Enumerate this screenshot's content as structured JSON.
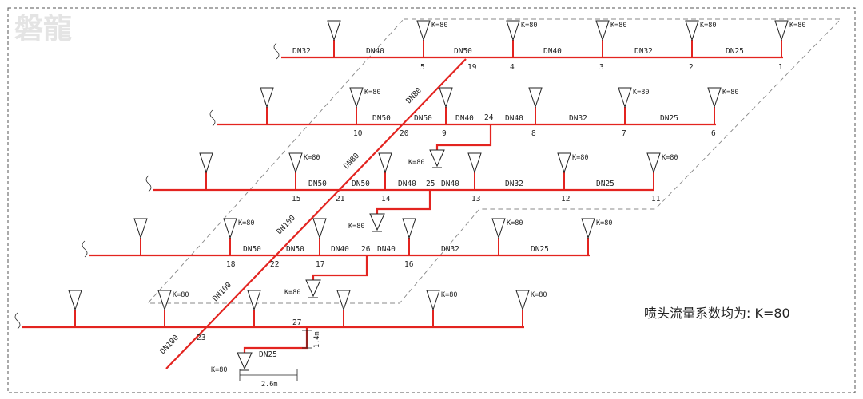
{
  "logo_text": "磐龍",
  "note": "喷头流量系数均为: K=80",
  "k_label": "K=80",
  "dims": {
    "riser_height": "1.4m",
    "branch_length": "2.6m"
  },
  "colors": {
    "pipe": "#e32420",
    "line": "#222222",
    "dash": "#888888"
  },
  "levels": [
    {
      "id": "L1",
      "sprinklers": [
        {
          "k": ""
        },
        {
          "k": "K=80"
        },
        {
          "k": "K=80"
        },
        {
          "k": "K=80"
        },
        {
          "k": "K=80"
        },
        {
          "k": "K=80"
        }
      ],
      "segments": [
        "DN32",
        "DN40",
        "DN50",
        "DN40",
        "DN32",
        "DN25"
      ],
      "nodes": [
        "5",
        "19",
        "4",
        "3",
        "2",
        "1"
      ]
    },
    {
      "id": "L2",
      "sprinklers": [
        {
          "k": ""
        },
        {
          "k": "K=80"
        },
        {
          "k": ""
        },
        {
          "k": ""
        },
        {
          "k": "K=80"
        },
        {
          "k": "K=80"
        }
      ],
      "segments": [
        "DN50",
        "DN50",
        "DN40",
        "DN40",
        "DN32",
        "DN25"
      ],
      "nodes": [
        "10",
        "20",
        "9",
        "24",
        "8",
        "7",
        "6"
      ],
      "drop": {
        "k": "K=80"
      }
    },
    {
      "id": "L3",
      "sprinklers": [
        {
          "k": ""
        },
        {
          "k": "K=80"
        },
        {
          "k": ""
        },
        {
          "k": ""
        },
        {
          "k": "K=80"
        },
        {
          "k": "K=80"
        }
      ],
      "segments": [
        "DN50",
        "DN50",
        "DN40",
        "DN40",
        "DN32",
        "DN25"
      ],
      "nodes": [
        "15",
        "21",
        "14",
        "25",
        "13",
        "12",
        "11"
      ],
      "drop": {
        "k": "K=80"
      }
    },
    {
      "id": "L4",
      "sprinklers": [
        {
          "k": ""
        },
        {
          "k": "K=80"
        },
        {
          "k": ""
        },
        {
          "k": ""
        },
        {
          "k": "K=80"
        },
        {
          "k": "K=80"
        }
      ],
      "segments": [
        "DN50",
        "DN50",
        "DN40",
        "DN40",
        "DN32",
        "DN25"
      ],
      "nodes": [
        "18",
        "22",
        "17",
        "26",
        "16"
      ],
      "drop": {
        "k": "K=80"
      }
    },
    {
      "id": "L5",
      "sprinklers": [
        {
          "k": ""
        },
        {
          "k": "K=80"
        },
        {
          "k": ""
        },
        {
          "k": ""
        },
        {
          "k": "K=80"
        },
        {
          "k": "K=80"
        }
      ],
      "segments": [
        "DN25"
      ],
      "nodes": [
        "27",
        "23"
      ],
      "drop": {
        "k": "K=80"
      }
    }
  ],
  "main_pipe": [
    "DN80",
    "DN80",
    "DN100",
    "DN100",
    "DN100"
  ]
}
